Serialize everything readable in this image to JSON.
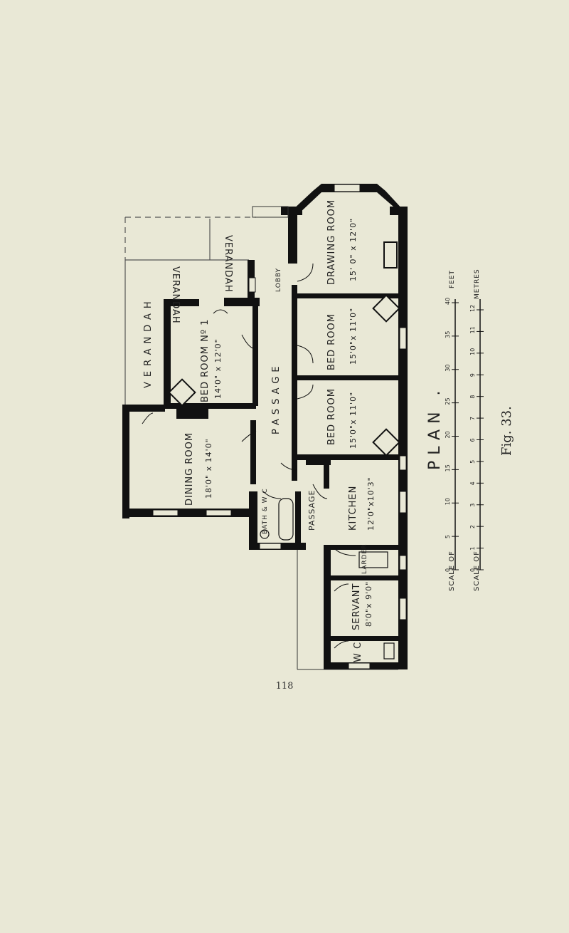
{
  "rooms": {
    "drawing_room": {
      "name": "DRAWING ROOM",
      "dim": "15' 0\" x 12'0\""
    },
    "bed_room_a": {
      "name": "BED ROOM",
      "dim": "15'0\"x 11'0\""
    },
    "bed_room_b": {
      "name": "BED ROOM",
      "dim": "15'0\"x 11'0\""
    },
    "kitchen": {
      "name": "KITCHEN",
      "dim": "12'0\"x10'3\""
    },
    "larder": {
      "name": "LARDER"
    },
    "servant": {
      "name": "SERVANT",
      "dim": "8'0\"x 9'0\""
    },
    "wc_right": {
      "name": "W C"
    },
    "dining_room": {
      "name": "DINING ROOM",
      "dim": "18'0\" x 14'0\""
    },
    "bed_room_1": {
      "name": "BED ROOM Nº 1",
      "dim": "14'0\" x 12'0\""
    },
    "bath_wc": {
      "name": "BATH & W C"
    }
  },
  "labels": {
    "verandah": "VERANDAH",
    "verandah_top": "VERANDAH",
    "verandah_mid": "VERANDAH",
    "lobby": "LOBBY",
    "passage": "PASSAGE",
    "passage_2": "PASSAGE",
    "plan": "PLAN ."
  },
  "scale_feet": {
    "label": "SCALE OF",
    "unit": "FEET",
    "ticks": [
      "0",
      "5",
      "10",
      "15",
      "20",
      "25",
      "30",
      "35",
      "40"
    ]
  },
  "scale_metres": {
    "label": "SCALE OF",
    "unit": "METRES",
    "ticks": [
      "0",
      "1",
      "2",
      "3",
      "4",
      "5",
      "6",
      "7",
      "8",
      "9",
      "10",
      "11",
      "12"
    ]
  },
  "figure_caption": "Fig. 33.",
  "page_number": "118",
  "colors": {
    "paper": "#e9e8d6",
    "ink": "#111111",
    "text": "#222222"
  }
}
